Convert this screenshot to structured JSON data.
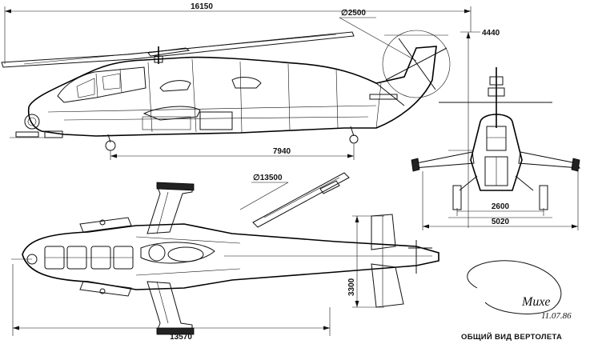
{
  "drawing": {
    "title": "ОБЩИЙ ВИД ВЕРТОЛЕТА",
    "signature": "Михе",
    "signature_date": "11.07.86"
  },
  "dimensions": {
    "side_overall_length": "16150",
    "rotor_diameter_small": "∅2500",
    "side_height": "4440",
    "side_wheelbase": "7940",
    "main_rotor_diameter": "∅13500",
    "front_track": "2600",
    "front_span": "5020",
    "top_overall_length": "13570",
    "top_tail_span": "3300"
  }
}
